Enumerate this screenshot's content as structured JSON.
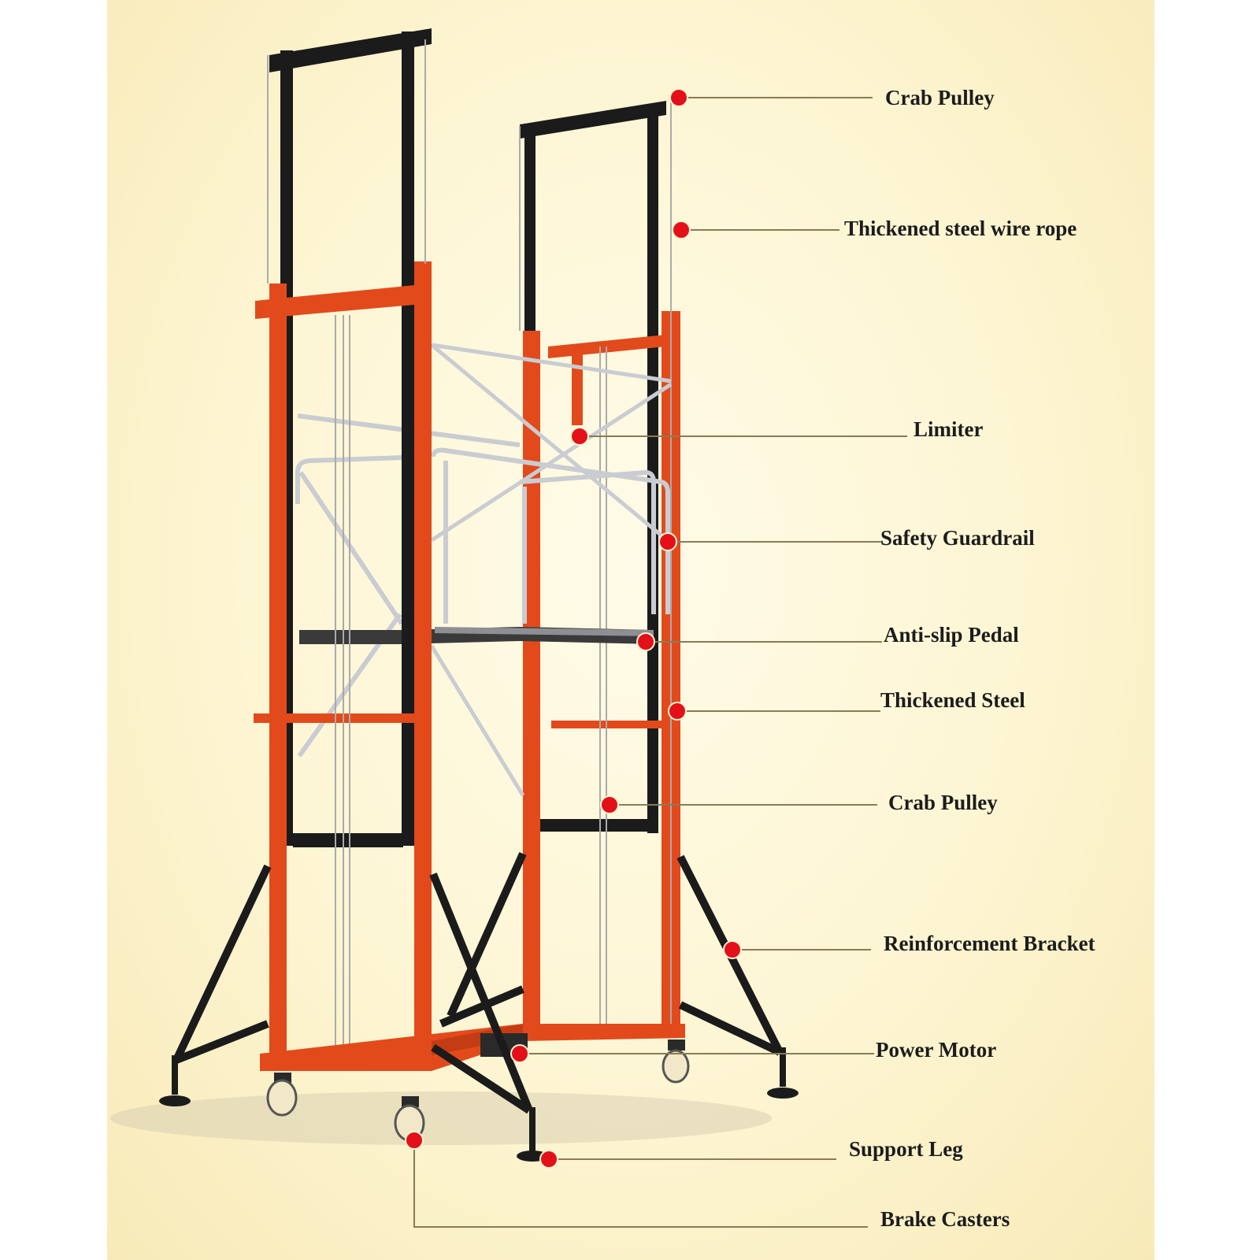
{
  "colors": {
    "frame_red": "#e24a1c",
    "frame_black": "#1b1b1b",
    "callout_dot": "#e3101a",
    "leader_line": "#8a7a55",
    "guardrail": "#c9ccd1"
  },
  "callouts": [
    {
      "id": "crab-pulley-top",
      "label": "Crab Pulley"
    },
    {
      "id": "steel-wire-rope",
      "label": "Thickened steel wire rope"
    },
    {
      "id": "limiter",
      "label": "Limiter"
    },
    {
      "id": "safety-guardrail",
      "label": "Safety Guardrail"
    },
    {
      "id": "anti-slip-pedal",
      "label": "Anti-slip Pedal"
    },
    {
      "id": "thickened-steel",
      "label": "Thickened Steel"
    },
    {
      "id": "crab-pulley-lower",
      "label": "Crab Pulley"
    },
    {
      "id": "reinforcement-bracket",
      "label": "Reinforcement Bracket"
    },
    {
      "id": "power-motor",
      "label": "Power Motor"
    },
    {
      "id": "support-leg",
      "label": "Support Leg"
    },
    {
      "id": "brake-casters",
      "label": "Brake Casters"
    }
  ]
}
